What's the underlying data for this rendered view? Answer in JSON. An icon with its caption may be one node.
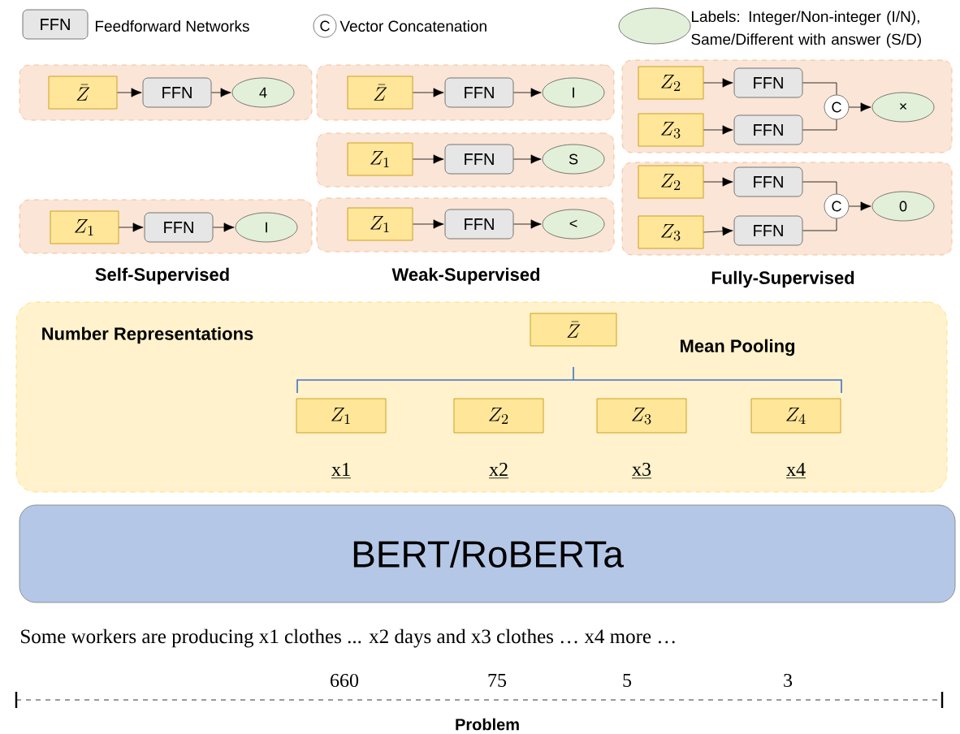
{
  "diagram": {
    "nodes": [
      {
        "text": [],
        "shape": "box"
      },
      {
        "text": [
          "\\bar{Z}"
        ],
        "in": 0
      },
      {
        "text": [
          "FFN"
        ],
        "in": 0
      },
      {
        "text": [
          "4"
        ],
        "in": 0
      },
      {
        "text": [],
        "shape": "box"
      },
      {
        "text": [
          "Z_1"
        ],
        "in": 4
      },
      {
        "text": [
          "FFN"
        ],
        "in": 4
      },
      {
        "text": [
          "I"
        ],
        "in": 4
      },
      {
        "text": [],
        "shape": "box"
      },
      {
        "text": [
          "\\bar{Z}"
        ],
        "in": 8
      },
      {
        "text": [
          "FFN"
        ],
        "in": 8
      },
      {
        "text": [
          "I"
        ],
        "in": 8
      },
      {
        "text": [],
        "shape": "box"
      },
      {
        "text": [
          "Z_1"
        ],
        "in": 12
      },
      {
        "text": [
          "FFN"
        ],
        "in": 12
      },
      {
        "text": [
          "S"
        ],
        "in": 12
      },
      {
        "text": [],
        "shape": "box"
      },
      {
        "text": [
          "Z_1"
        ],
        "in": 16
      },
      {
        "text": [
          "FFN"
        ],
        "in": 16
      },
      {
        "text": [
          "<"
        ],
        "in": 16
      },
      {
        "text": [],
        "shape": "box"
      },
      {
        "text": [
          "Z_2"
        ],
        "in": 20
      },
      {
        "text": [
          "FFN"
        ],
        "in": 20
      },
      {
        "text": [
          "Z_3"
        ],
        "in": 20
      },
      {
        "text": [
          "FFN"
        ],
        "in": 20
      },
      {
        "text": [
          "C"
        ],
        "in": 20
      },
      {
        "text": [
          "×"
        ],
        "in": 20
      },
      {
        "text": [],
        "shape": "box"
      },
      {
        "text": [
          "Z_2"
        ],
        "in": 27
      },
      {
        "text": [
          "FFN"
        ],
        "in": 27
      },
      {
        "text": [
          "Z_3"
        ],
        "in": 27
      },
      {
        "text": [
          "FFN"
        ],
        "in": 27
      },
      {
        "text": [
          "C"
        ],
        "in": 27
      },
      {
        "text": [
          "0"
        ],
        "in": 27
      },
      {
        "text": [
          "Number Representations"
        ]
      },
      {
        "text": [
          "\\bar{Z}"
        ],
        "in": 34
      },
      {
        "text": [
          "Z_1"
        ],
        "in": 34
      },
      {
        "text": [
          "Z_2"
        ],
        "in": 34
      },
      {
        "text": [
          "Z_3"
        ],
        "in": 34
      },
      {
        "text": [
          "Z_4"
        ],
        "in": 34
      },
      {
        "text": [
          "BERT/RoBERTa"
        ]
      }
    ],
    "edges": [
      {
        "from": 1,
        "to": 2,
        "arrow": "to"
      },
      {
        "from": 2,
        "to": 3,
        "arrow": "to"
      },
      {
        "from": 5,
        "to": 6,
        "arrow": "to"
      },
      {
        "from": 6,
        "to": 7,
        "arrow": "to"
      },
      {
        "from": 9,
        "to": 10,
        "arrow": "to"
      },
      {
        "from": 10,
        "to": 11,
        "arrow": "to"
      },
      {
        "from": 13,
        "to": 14,
        "arrow": "to"
      },
      {
        "from": 14,
        "to": 15,
        "arrow": "to"
      },
      {
        "from": 17,
        "to": 18,
        "arrow": "to"
      },
      {
        "from": 18,
        "to": 19,
        "arrow": "to"
      },
      {
        "from": 21,
        "to": 22,
        "arrow": "to"
      },
      {
        "from": 23,
        "to": 24,
        "arrow": "to"
      },
      {
        "from": 22,
        "to": 25,
        "arrow": "none"
      },
      {
        "from": 24,
        "to": 25,
        "arrow": "none"
      },
      {
        "from": 25,
        "to": 26,
        "arrow": "to"
      },
      {
        "from": 28,
        "to": 29,
        "arrow": "to"
      },
      {
        "from": 30,
        "to": 31,
        "arrow": "to"
      },
      {
        "from": 29,
        "to": 32,
        "arrow": "none"
      },
      {
        "from": 31,
        "to": 32,
        "arrow": "none"
      },
      {
        "from": 32,
        "to": 33,
        "arrow": "to"
      }
    ],
    "labels": [
      "FFN",
      "C",
      "Self-Supervised",
      "Weak-Supervised",
      "Fully-Supervised",
      "Mean Pooling",
      "x1",
      "x2",
      "x3",
      "x4",
      "Some workers are producing x1 clothes ... x2 days and x3 clothes … x4 more …",
      "660",
      "75",
      "5",
      "3",
      "Problem"
    ],
    "legend": [
      {
        "text": "Feedforward Networks"
      },
      {
        "text": "Vector Concatenation"
      },
      {
        "text": "Labels: Integer/Non-integer (I/N), Same/Different with answer (S/D)"
      }
    ]
  }
}
